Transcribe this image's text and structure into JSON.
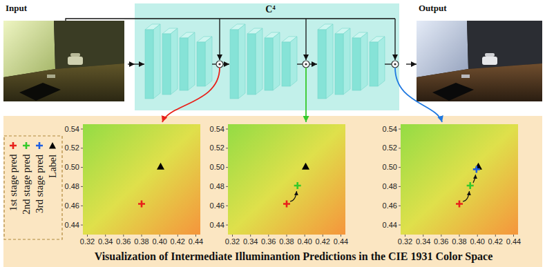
{
  "diagram": {
    "caption": "Visualization of Intermediate Illuminantion Predictions in the CIE 1931 Color Space",
    "nodes": [
      {
        "text": [
          "Input"
        ]
      },
      {
        "text": [
          "C⁴"
        ]
      },
      {
        "text": [
          "Output"
        ]
      }
    ],
    "edges": [
      {
        "from": 0,
        "to": 1,
        "arrow": "to"
      },
      {
        "from": 1,
        "to": 2,
        "arrow": "to"
      }
    ],
    "labels": [
      "0.54",
      "0.52",
      "0.50",
      "0.48",
      "0.46",
      "0.44",
      "0.32",
      "0.34",
      "0.36",
      "0.38",
      "0.40",
      "0.42",
      "0.44",
      "0.54",
      "0.52",
      "0.50",
      "0.48",
      "0.46",
      "0.44",
      "0.32",
      "0.34",
      "0.36",
      "0.38",
      "0.40",
      "0.42",
      "0.44",
      "0.54",
      "0.52",
      "0.50",
      "0.48",
      "0.46",
      "0.44",
      "0.32",
      "0.34",
      "0.36",
      "0.38",
      "0.40",
      "0.42",
      "0.44"
    ],
    "legend": [
      {
        "text": "1st stage pred",
        "color": "#e8201a"
      },
      {
        "text": "2nd stage pred",
        "color": "#35c92a"
      },
      {
        "text": "3rd stage pred",
        "color": "#1f5fe0"
      },
      {
        "text": "Label",
        "color": "#000000"
      }
    ]
  }
}
